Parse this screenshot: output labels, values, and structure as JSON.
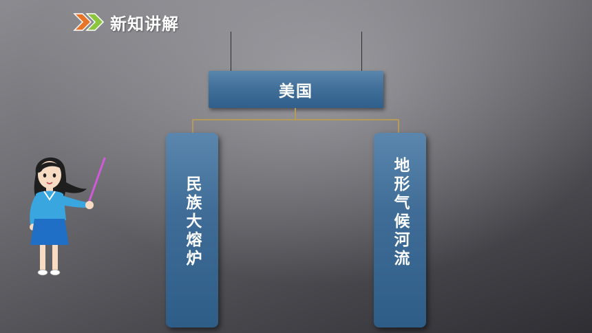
{
  "header": {
    "title": "新知讲解",
    "icon": "double-chevron-icon",
    "chevron_colors": [
      "#e8742a",
      "#8cc63e"
    ]
  },
  "board": {
    "label": "美国"
  },
  "cards": [
    {
      "text": "民族大熔炉"
    },
    {
      "text": "地形气候河流"
    }
  ],
  "colors": {
    "card_blue": "#3f6d97",
    "connector": "#b59a5a"
  },
  "illustration": "teacher-with-pointer"
}
